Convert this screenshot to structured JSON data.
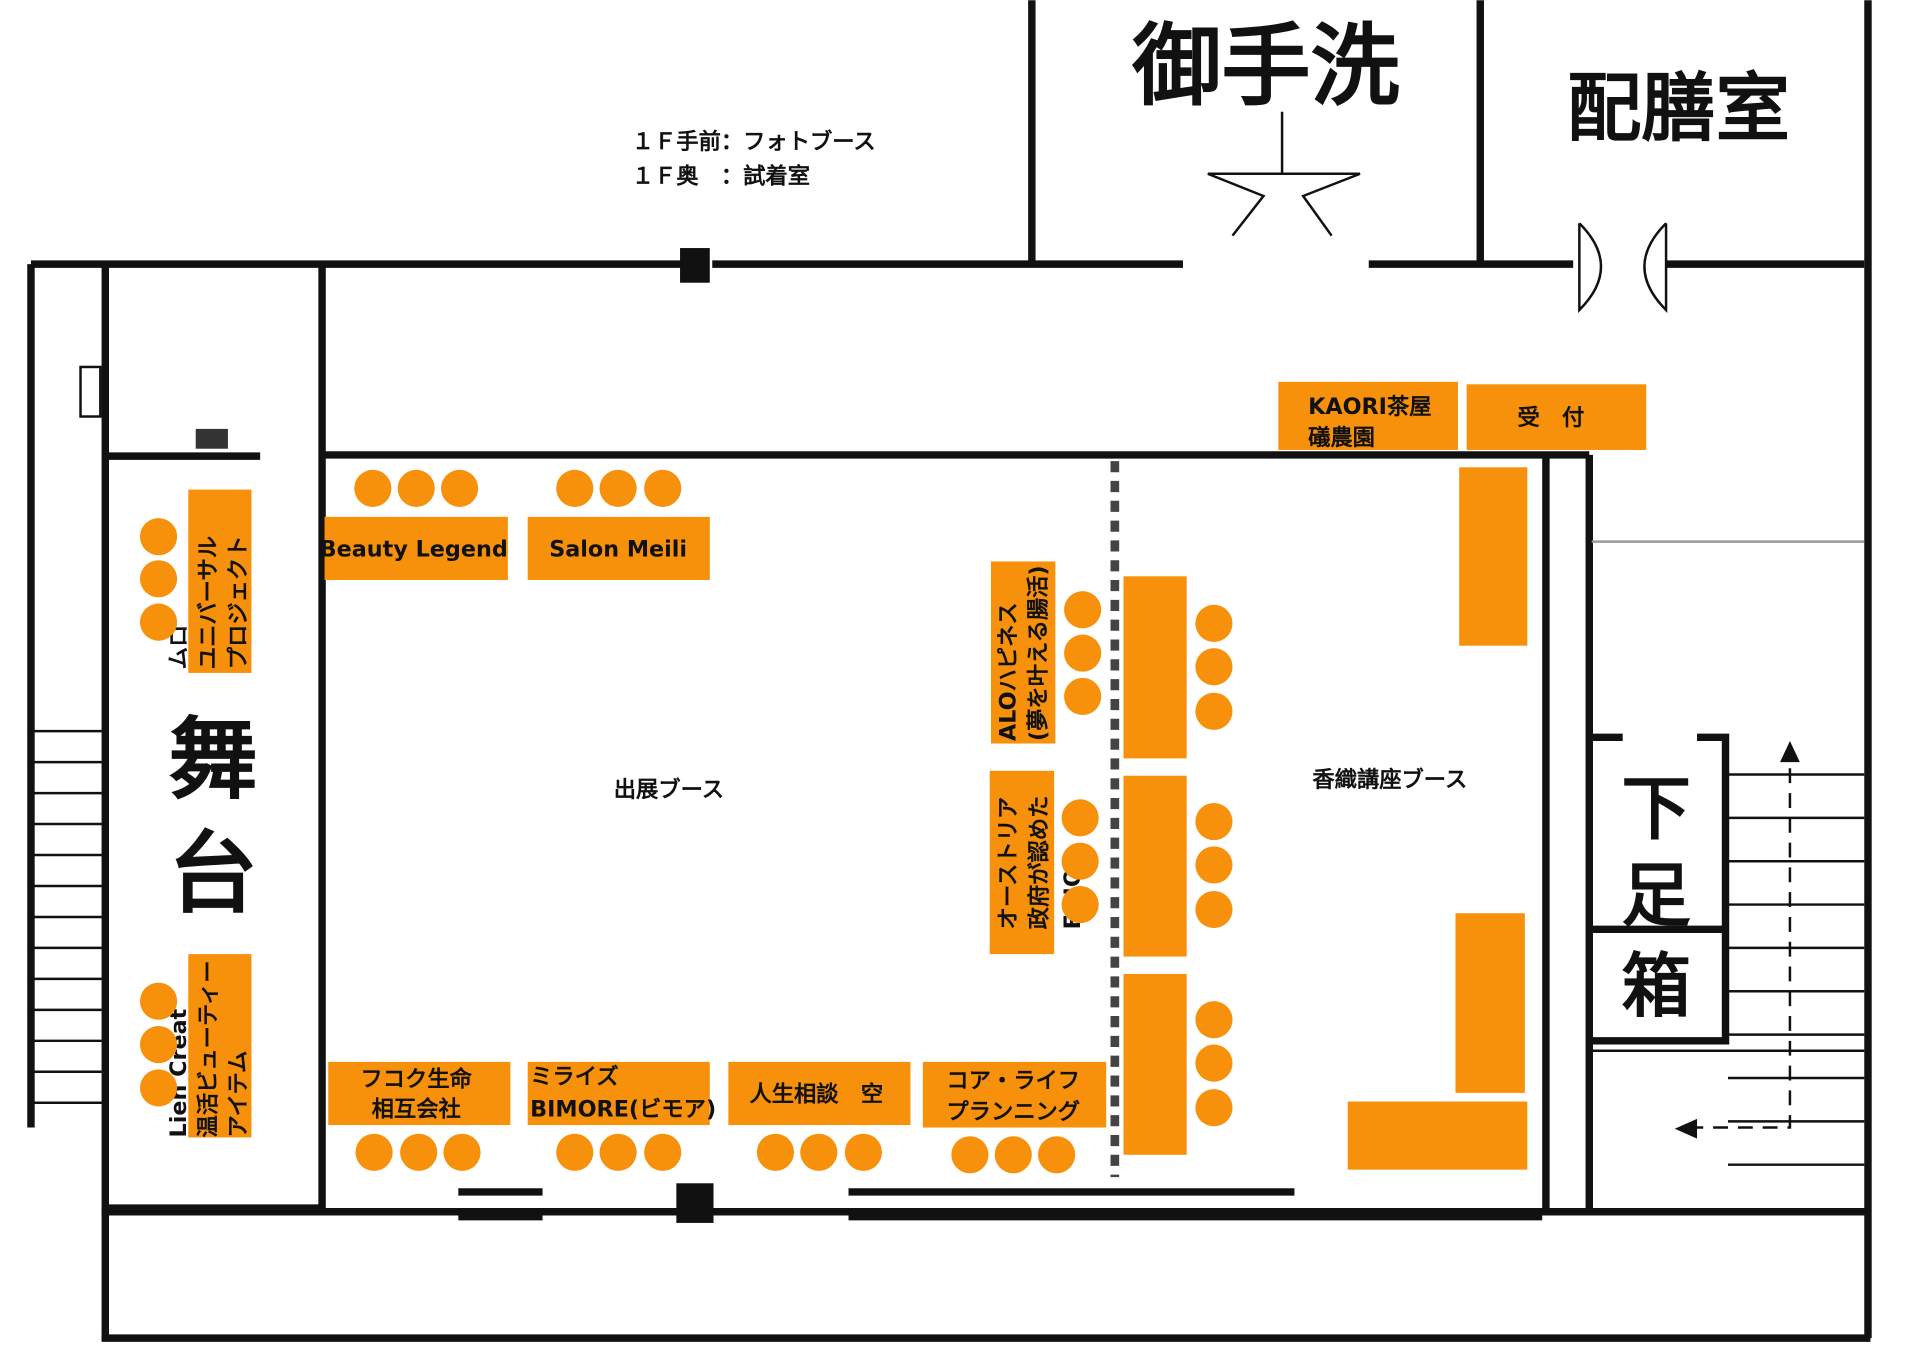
{
  "header_notes": [
    "１Ｆ手前：フォトブース",
    "１Ｆ奥　：試着室"
  ],
  "rooms": {
    "toilet": "御手洗",
    "pantry": "配膳室",
    "stage": [
      "舞",
      "台"
    ],
    "shoe_box": [
      "下",
      "足",
      "箱"
    ]
  },
  "areas": {
    "exhibit": "出展ブース",
    "kaori": "香織講座ブース"
  },
  "booths": {
    "beauty_legend": "Beauty Legend",
    "salon_meili": "Salon Meili",
    "muro": [
      "ムロ",
      "ユニバーサル",
      "プロジェクト"
    ],
    "lien": [
      "Lien Creat",
      "温活ビューティー",
      "アイテム"
    ],
    "fukoku": [
      "フコク生命",
      "相互会社"
    ],
    "miraizu": [
      "ミライズ",
      "BIMORE(ビモア)"
    ],
    "jinsei": "人生相談　空",
    "core": [
      "コア・ライフ",
      "プランニング"
    ],
    "alo": [
      "ALOハピネス",
      "(夢を叶える腸活)"
    ],
    "austria": [
      "オーストリア",
      "政府が認めた",
      "ENJO"
    ],
    "kaori": [
      "KAORI茶屋",
      "礒農園"
    ],
    "reception": "受　付"
  },
  "colors": {
    "booth": "#F7900A",
    "wall": "#111111"
  }
}
